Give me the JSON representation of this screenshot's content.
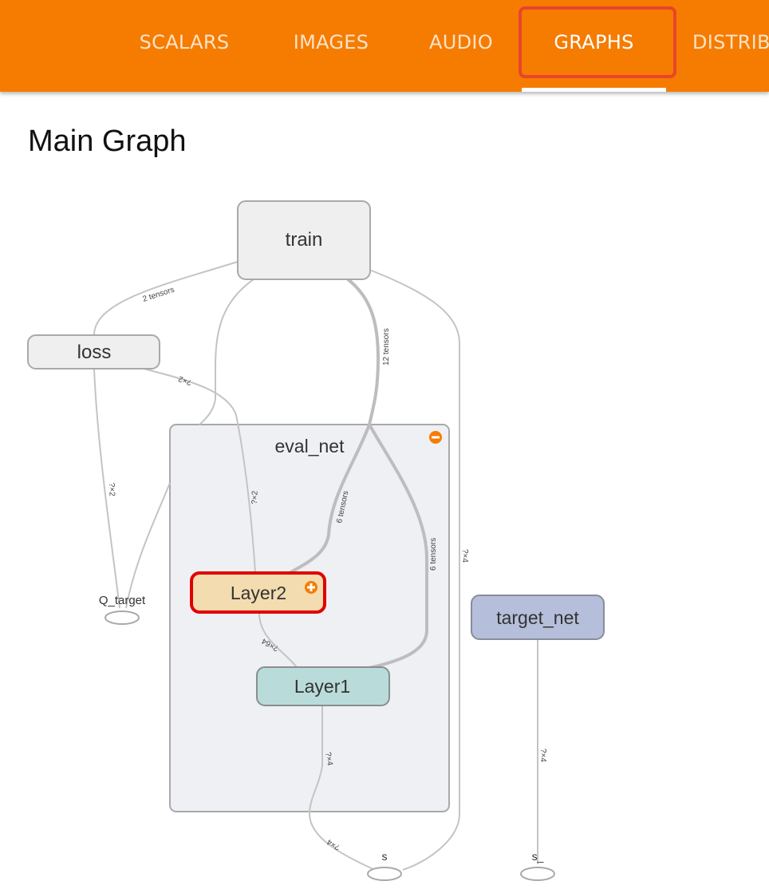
{
  "tabs": [
    {
      "label": "SCALARS",
      "active": false
    },
    {
      "label": "IMAGES",
      "active": false
    },
    {
      "label": "AUDIO",
      "active": false
    },
    {
      "label": "GRAPHS",
      "active": true
    },
    {
      "label": "DISTRIBUTIONS",
      "active": false
    }
  ],
  "page": {
    "title": "Main Graph"
  },
  "graph": {
    "nodes": {
      "train": "train",
      "loss": "loss",
      "eval_net": "eval_net",
      "layer2": "Layer2",
      "layer1": "Layer1",
      "target_net": "target_net",
      "q_target": "Q_target",
      "s": "s",
      "s_": "s_"
    },
    "edge_labels": {
      "train_loss": "2 tensors",
      "train_eval": "12 tensors",
      "eval_layer2": "6 tensors",
      "eval_layer1": "6 tensors",
      "loss_layer2_top": "?×2",
      "loss_layer2": "?×2",
      "loss_qtarget": "?×2",
      "train_s": "?×4",
      "layer2_layer1": "?×64",
      "layer1_s": "?×4",
      "s_in": "?×4",
      "target_s_": "?×4"
    }
  },
  "colors": {
    "topbar": "#f57c00",
    "accent": "#e8452a",
    "highlight": "#e00000",
    "layer2_fill": "#f2dcb0",
    "layer1_fill": "#b9dcda",
    "target_net_fill": "#b5bfdb",
    "group_fill": "#eef0f4"
  }
}
